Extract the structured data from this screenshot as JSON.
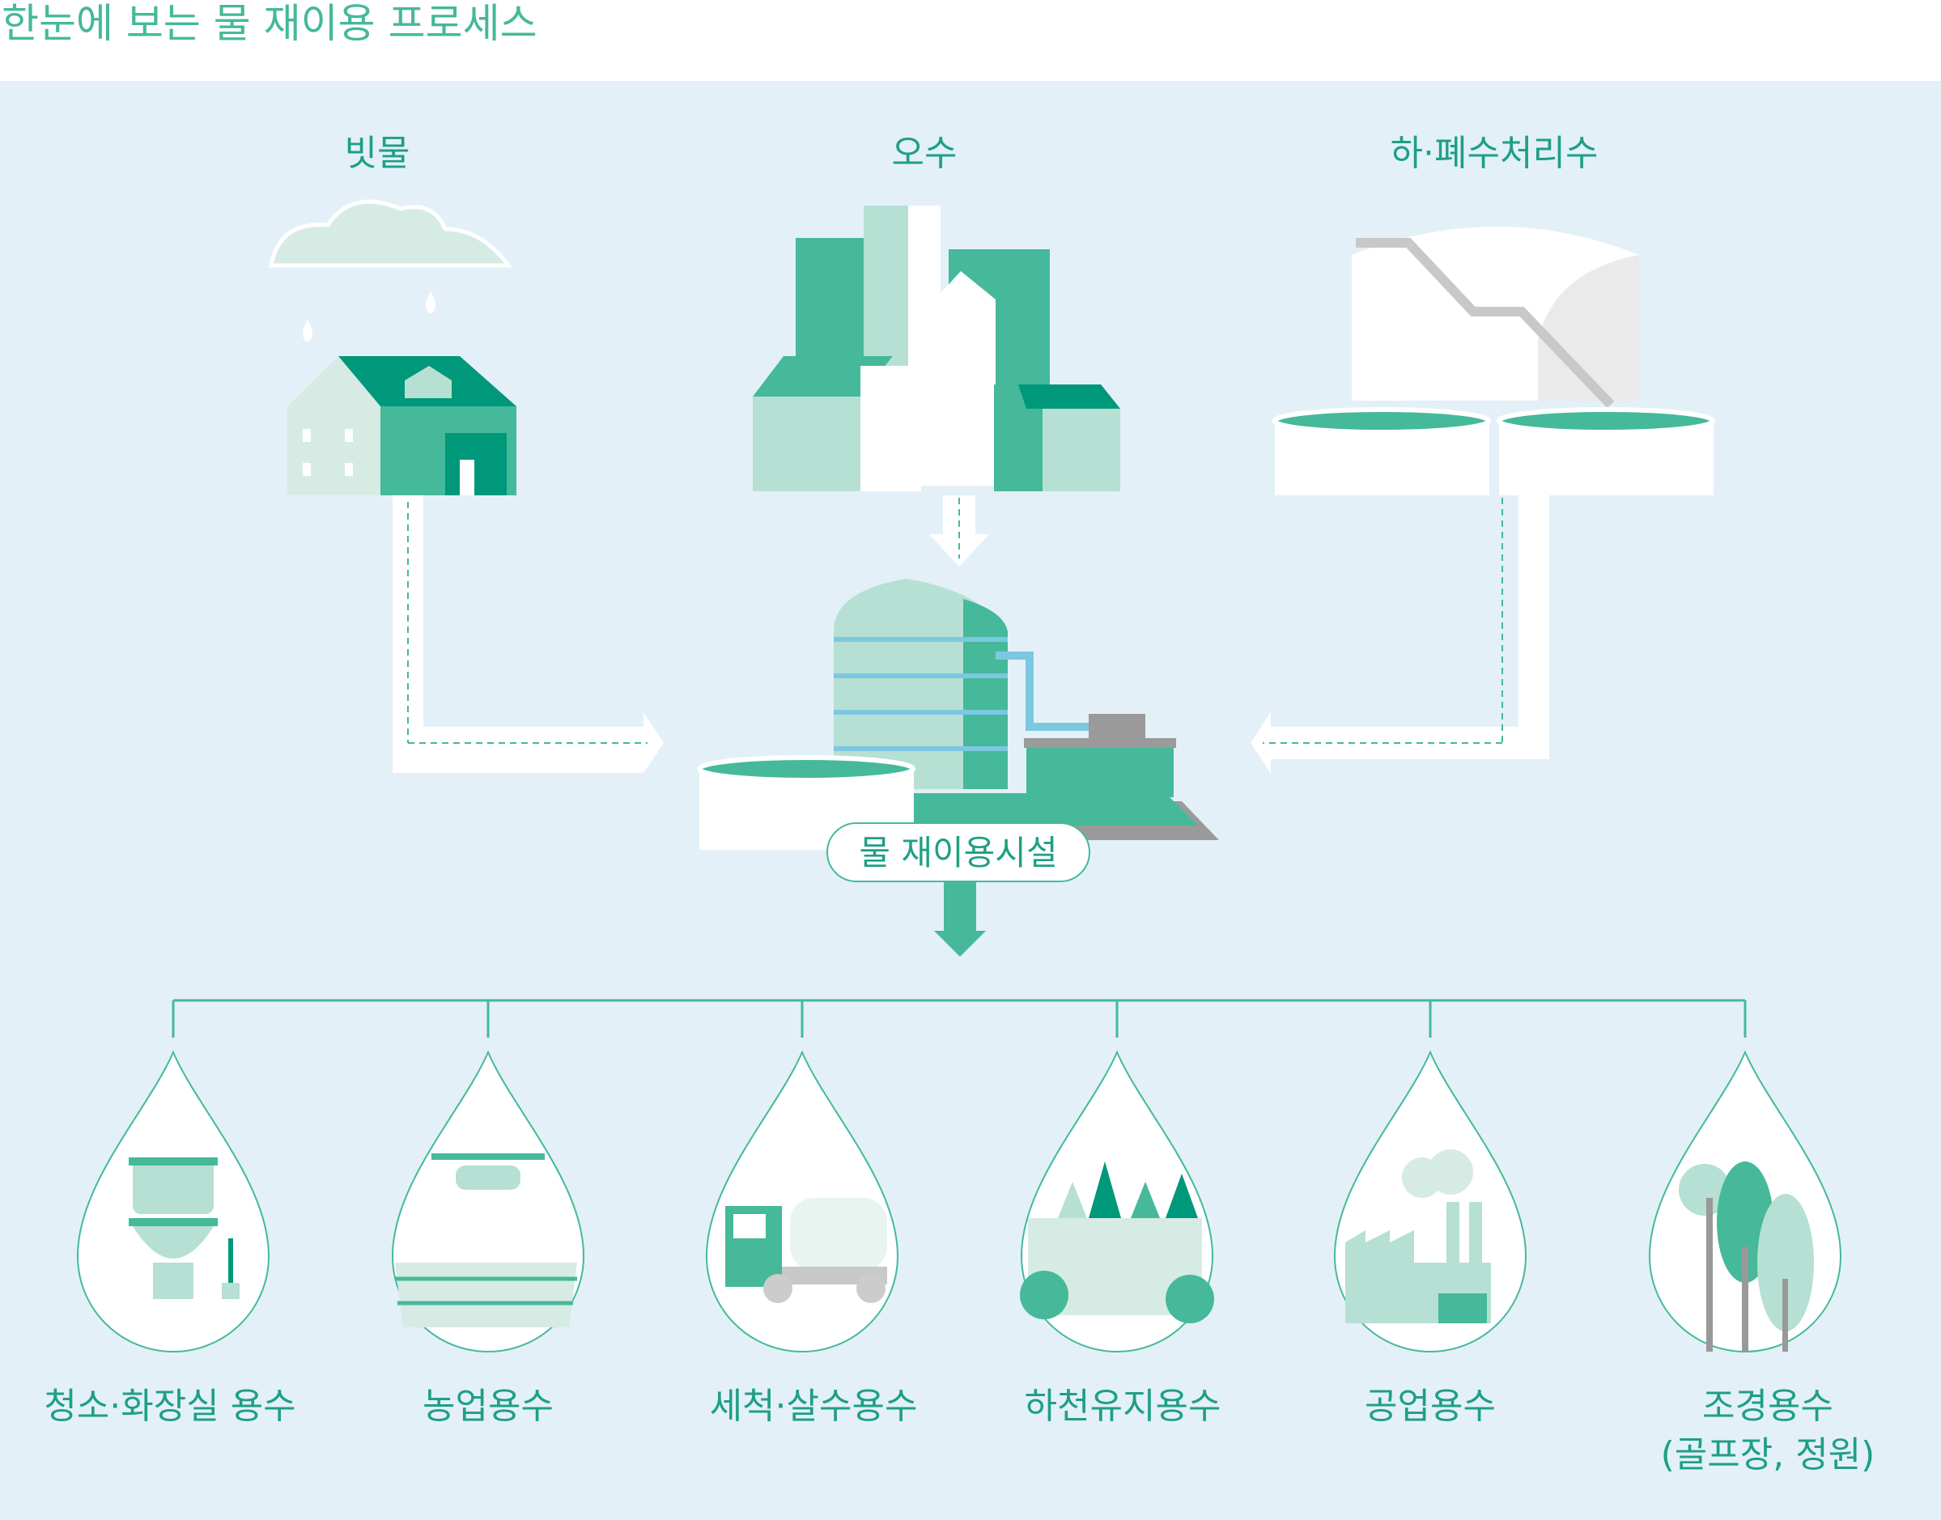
{
  "title": "한눈에 보는 물 재이용 프로세스",
  "colors": {
    "background": "#e3f0f8",
    "accent": "#45b99a",
    "dark_accent": "#00987a",
    "light_accent": "#b6e0d3"
  },
  "sources": [
    {
      "label": "빗물",
      "icon": "house-rain-icon"
    },
    {
      "label": "오수",
      "icon": "city-buildings-icon"
    },
    {
      "label": "하·폐수처리수",
      "icon": "treatment-plant-icon"
    }
  ],
  "facility": {
    "label": "물 재이용시설",
    "icon": "water-reuse-facility-icon"
  },
  "uses": [
    {
      "label": "청소·화장실 용수",
      "label2": "",
      "icon": "toilet-icon"
    },
    {
      "label": "농업용수",
      "label2": "",
      "icon": "agriculture-sprinkler-icon"
    },
    {
      "label": "세척·살수용수",
      "label2": "",
      "icon": "water-truck-icon"
    },
    {
      "label": "하천유지용수",
      "label2": "",
      "icon": "river-icon"
    },
    {
      "label": "공업용수",
      "label2": "",
      "icon": "factory-icon"
    },
    {
      "label": "조경용수",
      "label2": "(골프장, 정원)",
      "icon": "trees-icon"
    }
  ]
}
